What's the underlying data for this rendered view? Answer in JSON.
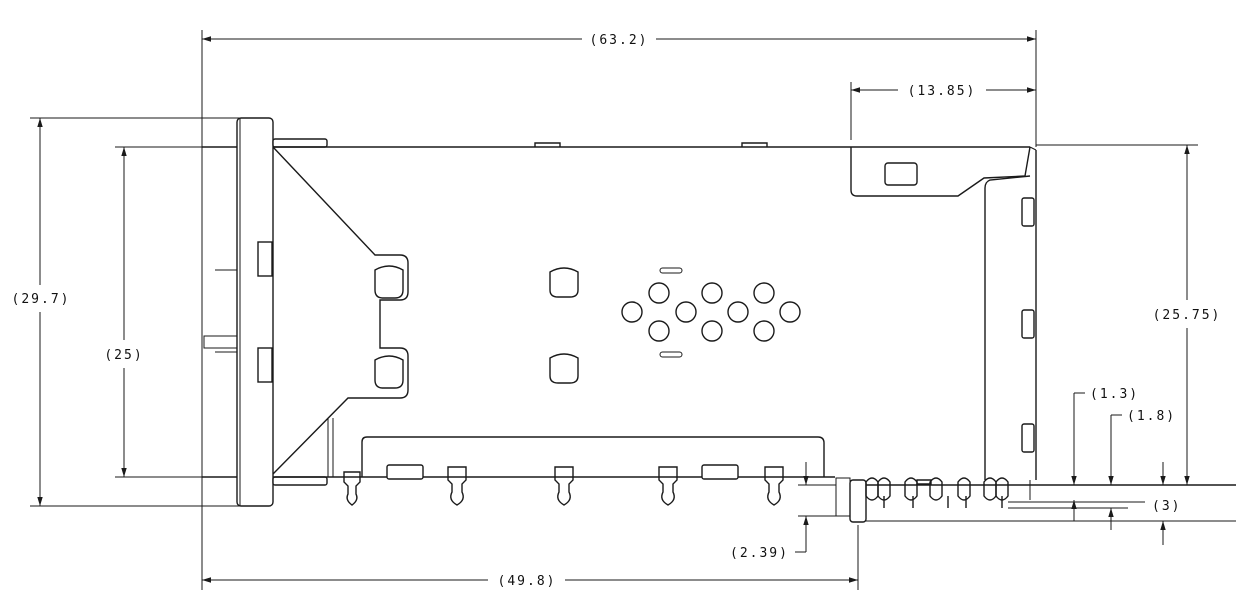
{
  "dimensions": {
    "overall_length": "(63.2)",
    "right_section": "(13.85)",
    "overall_height": "(29.7)",
    "inner_height": "(25)",
    "right_height": "(25.75)",
    "offset_small": "(1.3)",
    "offset_medium": "(1.8)",
    "pin_depth": "(3)",
    "pin_offset": "(2.39)",
    "base_length": "(49.8)"
  }
}
